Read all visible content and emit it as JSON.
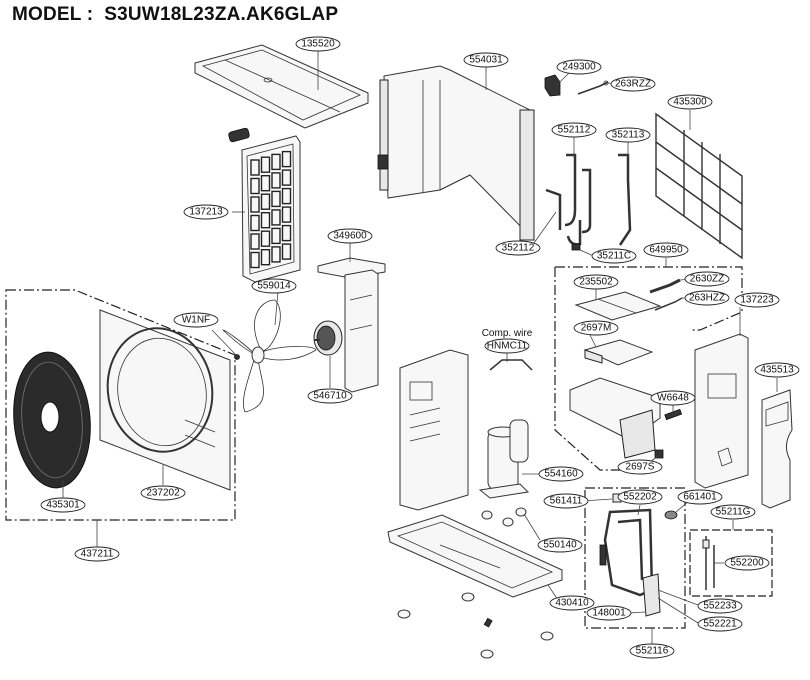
{
  "header": {
    "model_label": "MODEL :",
    "model_number": "S3UW18L23ZA.AK6GLAP"
  },
  "notes": {
    "comp_wire": "Comp. wire"
  },
  "labels": {
    "top_cover": "135520",
    "condenser": "554031",
    "bracket_249300": "249300",
    "sensor_263rzz": "263RZZ",
    "guard_grille": "435300",
    "pipe_552112": "552112",
    "pipe_352113": "352113",
    "pipe_352112": "352112",
    "pipe_35211c": "35211C",
    "side_grille": "137213",
    "motor_mount": "349600",
    "fan": "559014",
    "nut": "W1NF",
    "motor": "546710",
    "control_box": "649950",
    "cover_235502": "235502",
    "sensor_2630zz": "2630ZZ",
    "sensor_263hzz": "263HZZ",
    "pcb_2697m": "2697M",
    "terminal_w6648": "W6648",
    "pcb_2697s": "2697S",
    "side_panel": "137223",
    "control_cover": "435513",
    "front_grille": "435301",
    "front_panel": "237202",
    "front_assembly": "437211",
    "comp_wire": "HNMC11",
    "compressor": "554160",
    "coil_561411": "561411",
    "pipe_552202": "552202",
    "cushion": "661401",
    "valve_assembly": "55211G",
    "valve_552200": "552200",
    "rubber_550140": "550140",
    "base_pan": "430410",
    "service_valve": "148001",
    "valve_552233": "552233",
    "valve_552221": "552221",
    "pipe_assembly": "552116"
  }
}
